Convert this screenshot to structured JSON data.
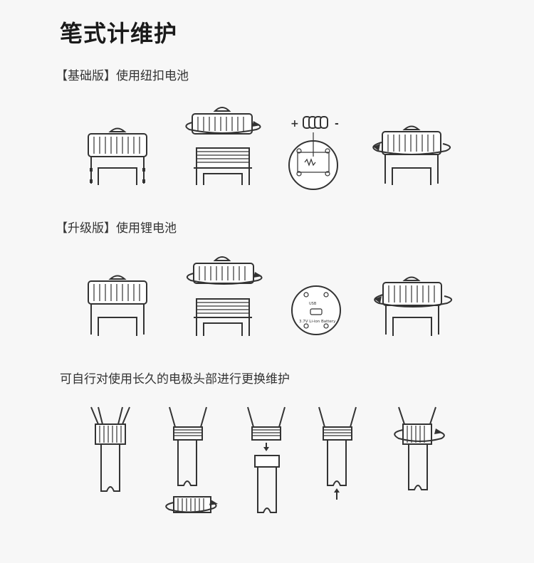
{
  "page": {
    "title": "笔式计维护",
    "sections": [
      {
        "label": "【基础版】使用纽扣电池"
      },
      {
        "label": "【升级版】使用锂电池"
      },
      {
        "label": "可自行对使用长久的电极头部进行更换维护"
      }
    ]
  },
  "figures": {
    "polarity_plus": "+",
    "polarity_minus": "-",
    "battery_usb": "USB",
    "battery_label": "3.7V Li-ion Battery"
  }
}
